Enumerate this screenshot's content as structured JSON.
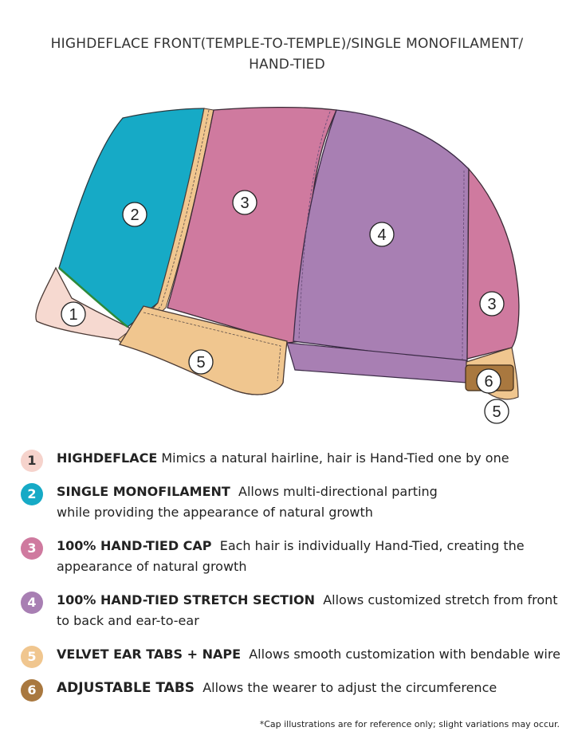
{
  "title": {
    "line1": "HIGHDEFLACE FRONT(TEMPLE-TO-TEMPLE)/SINGLE MONOFILAMENT/",
    "line2": "HAND-TIED"
  },
  "diagram": {
    "region_labels": [
      "1",
      "2",
      "3",
      "3",
      "4",
      "5",
      "5",
      "6"
    ],
    "colors": {
      "lace": "#f6d9d0",
      "mono": "#16aac6",
      "handtied": "#cf7a9f",
      "stretch": "#a87fb3",
      "velvet": "#f0c68f",
      "tab": "#a9783f"
    }
  },
  "legend": [
    {
      "num": "1",
      "color": "#f6d3cc",
      "text_color": "#333333",
      "title": "HIGHDEFLACE",
      "desc": "Mimics a natural hairline, hair is Hand-Tied one by one",
      "desc2": ""
    },
    {
      "num": "2",
      "color": "#16aac6",
      "text_color": "#ffffff",
      "title": "SINGLE MONOFILAMENT",
      "desc": "Allows multi-directional parting",
      "desc2": "while providing the appearance of natural growth"
    },
    {
      "num": "3",
      "color": "#cf7a9f",
      "text_color": "#ffffff",
      "title": "100% HAND-TIED CAP",
      "desc": "Each hair is individually Hand-Tied, creating the",
      "desc2": "appearance of natural growth"
    },
    {
      "num": "4",
      "color": "#a87fb3",
      "text_color": "#ffffff",
      "title": "100% HAND-TIED STRETCH SECTION",
      "desc": "Allows customized stretch from front",
      "desc2": "to back and ear-to-ear"
    },
    {
      "num": "5",
      "color": "#f0c68f",
      "text_color": "#ffffff",
      "title": "VELVET EAR TABS + NAPE",
      "desc": "Allows smooth customization with bendable wire",
      "desc2": ""
    },
    {
      "num": "6",
      "color": "#a9783f",
      "text_color": "#ffffff",
      "title": "ADJUSTABLE TABS",
      "desc": "Allows the wearer to adjust the circumference",
      "desc2": ""
    }
  ],
  "footnote": "*Cap illustrations are for reference only; slight variations may occur."
}
